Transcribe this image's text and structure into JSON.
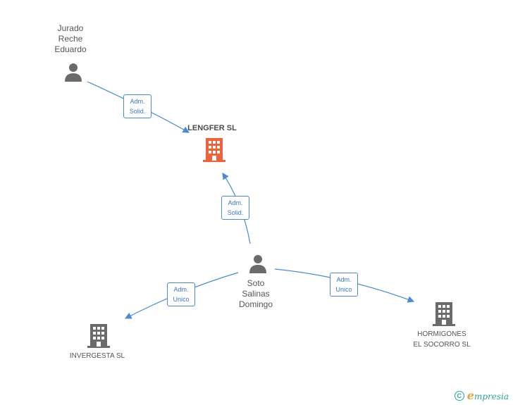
{
  "nodes": {
    "jurado": {
      "lines": [
        "Jurado",
        "Reche",
        "Eduardo"
      ],
      "kind": "person"
    },
    "lengfer": {
      "label": "LENGFER SL",
      "kind": "company-main"
    },
    "soto": {
      "lines": [
        "Soto",
        "Salinas",
        "Domingo"
      ],
      "kind": "person"
    },
    "invergesta": {
      "label": "INVERGESTA SL",
      "kind": "company"
    },
    "hormigones": {
      "lines": [
        "HORMIGONES",
        "EL SOCORRO SL"
      ],
      "kind": "company"
    }
  },
  "edges": [
    {
      "from": "jurado",
      "to": "lengfer",
      "label": [
        "Adm.",
        "Solid."
      ]
    },
    {
      "from": "soto",
      "to": "lengfer",
      "label": [
        "Adm.",
        "Solid."
      ]
    },
    {
      "from": "soto",
      "to": "invergesta",
      "label": [
        "Adm.",
        "Unico"
      ]
    },
    {
      "from": "soto",
      "to": "hormigones",
      "label": [
        "Adm.",
        "Unico"
      ]
    }
  ],
  "colors": {
    "edge": "#4a8ad8",
    "person": "#6b6b6b",
    "company": "#6b6b6b",
    "company_main": "#f0623a",
    "brand": "#2aa39a"
  },
  "footer": {
    "copyright_symbol": "C",
    "brand_initial": "e",
    "brand_rest": "mpresia"
  }
}
